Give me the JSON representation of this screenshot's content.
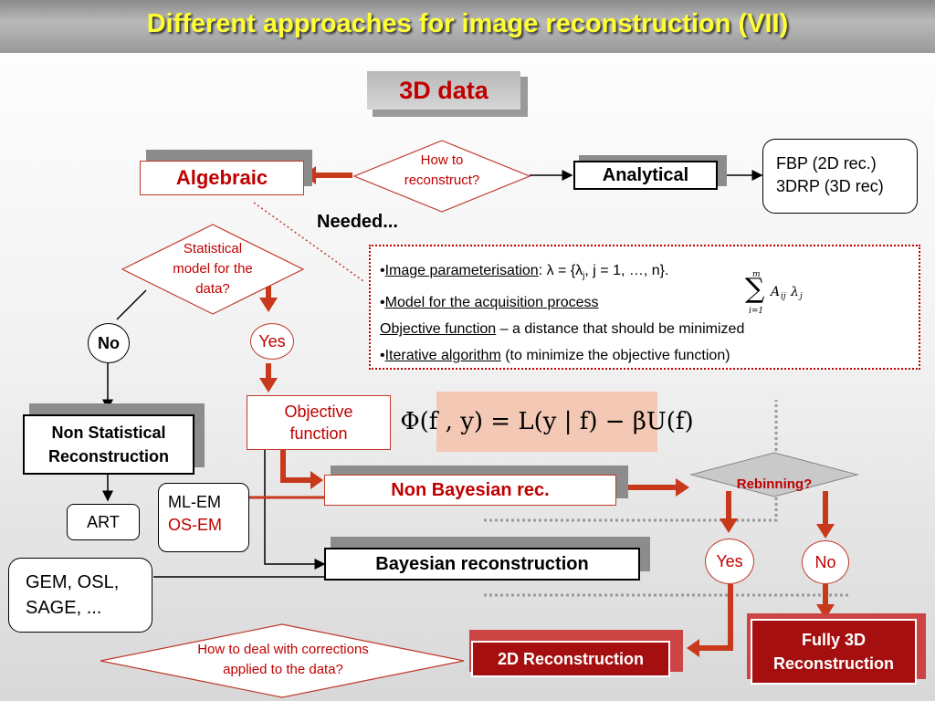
{
  "slide": {
    "title": "Different approaches for image reconstruction (VII)"
  },
  "nodes": {
    "data3d": "3D data",
    "how_to": [
      "How to",
      "reconstruct?"
    ],
    "algebraic": "Algebraic",
    "analytical": "Analytical",
    "fbp": "FBP (2D rec.)",
    "drp": "3DRP (3D rec)",
    "needed": "Needed...",
    "statistical": [
      "Statistical",
      "model for the",
      "data?"
    ],
    "no": "No",
    "yes": "Yes",
    "non_stat": [
      "Non Statistical",
      "Reconstruction"
    ],
    "objective_fn": [
      "Objective",
      "function"
    ],
    "art": "ART",
    "mlem": "ML-EM",
    "osem": "OS-EM",
    "non_bayes": "Non Bayesian rec.",
    "bayes": "Bayesian reconstruction",
    "gem": [
      "GEM, OSL,",
      "SAGE, ..."
    ],
    "rebinning": "Rebinning?",
    "rebin_yes": "Yes",
    "rebin_no": "No",
    "fully3d": [
      "Fully 3D",
      "Reconstruction"
    ],
    "rec2d": "2D Reconstruction",
    "corrections": [
      "How to deal with corrections",
      "applied to the data?"
    ]
  },
  "needed_box": {
    "line1_link": "Image parameterisation",
    "line1_rest": ": λ = {λ",
    "line1_sub": "j",
    "line1_tail": ", j = 1, …, n}.",
    "line2_link": "Model for the acquisition process",
    "line3_link": "Objective function",
    "line3_rest": " – a distance that should be minimized",
    "line4_link": "Iterative algorithm",
    "line4_rest": " (to minimize the objective function)",
    "sum_top": "m",
    "sum_bottom": "i=1",
    "sum_term": "A",
    "sum_sub": "ij",
    "sum_lambda": "λ",
    "sum_lsub": "j"
  },
  "equation": "Φ(f , y) = L(y | f) − βU(f)",
  "colors": {
    "title": "#ffff33",
    "red": "#c8381b",
    "dark_red": "#a50f0f",
    "formula_bg": "#f3c9b6"
  }
}
